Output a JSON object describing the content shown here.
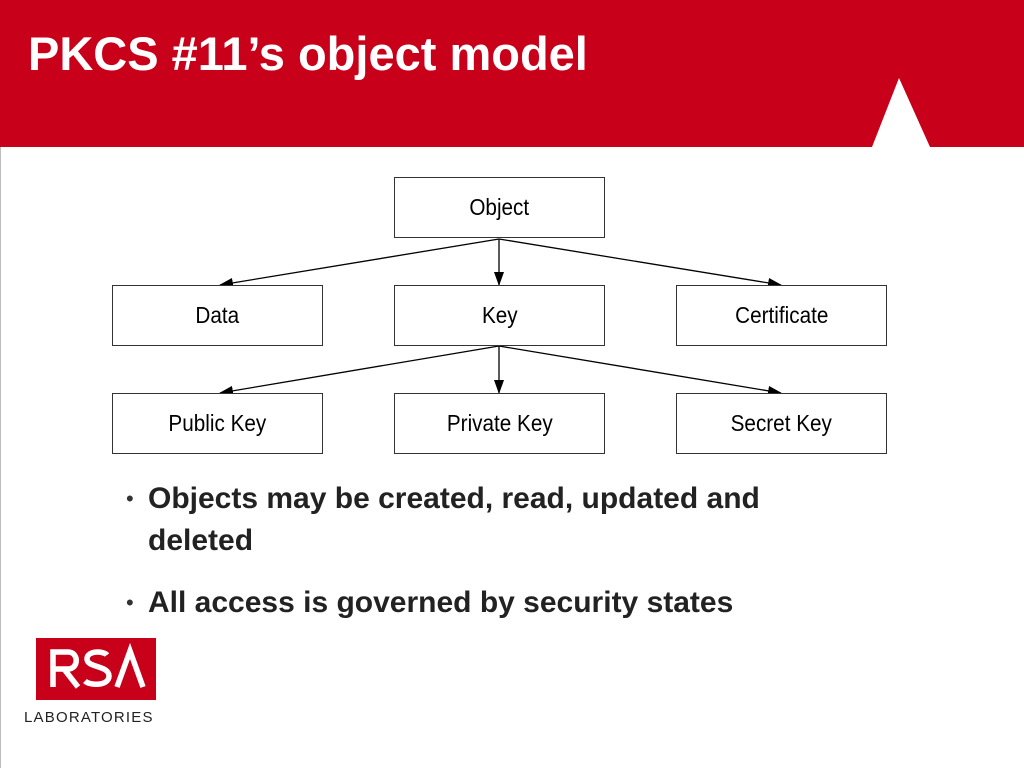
{
  "slide": {
    "title": "PKCS #11’s object model"
  },
  "diagram": {
    "nodes": {
      "object": "Object",
      "data": "Data",
      "key": "Key",
      "certificate": "Certificate",
      "public_key": "Public Key",
      "private_key": "Private Key",
      "secret_key": "Secret Key"
    }
  },
  "bullets": [
    "Objects may be created, read, updated and deleted",
    "All access is governed by security states"
  ],
  "logo": {
    "wordmark": "RSA",
    "subtitle": "LABORATORIES"
  },
  "colors": {
    "brand_red": "#c8001a",
    "box_border": "#333333",
    "text": "#222222"
  }
}
